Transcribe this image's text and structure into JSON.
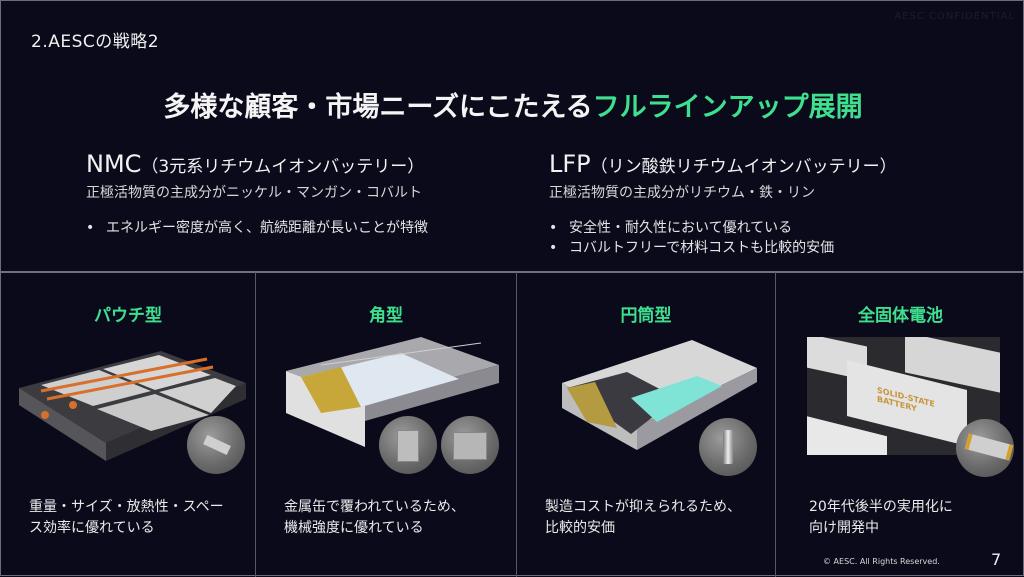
{
  "header": {
    "section_label": "2.AESCの戦略2",
    "confidential": "AESC CONFIDENTIAL",
    "headline_main": "多様な顧客・市場ニーズにこたえる",
    "headline_accent": "フルラインアップ展開"
  },
  "chemistries": [
    {
      "abbr": "NMC",
      "name": "（3元系リチウムイオンバッテリー）",
      "subtitle": "正極活物質の主成分がニッケル・マンガン・コバルト",
      "bullets": [
        "エネルギー密度が高く、航続距離が長いことが特徴"
      ]
    },
    {
      "abbr": "LFP",
      "name": "（リン酸鉄リチウムイオンバッテリー）",
      "subtitle": "正極活物質の主成分がリチウム・鉄・リン",
      "bullets": [
        "安全性・耐久性において優れている",
        "コバルトフリーで材料コストも比較的安価"
      ]
    }
  ],
  "cell_types": [
    {
      "title": "パウチ型",
      "description": "重量・サイズ・放熱性・スペー\nス効率に優れている",
      "image": "pouch-battery-pack-image",
      "thumbnails": [
        "pouch-cell-thumbnail"
      ]
    },
    {
      "title": "角型",
      "description": "金属缶で覆われているため、\n機械強度に優れている",
      "image": "prismatic-battery-pack-image",
      "thumbnails": [
        "prismatic-cell-thumbnail",
        "prismatic-cell-thumbnail-2"
      ]
    },
    {
      "title": "円筒型",
      "description": "製造コストが抑えられるため、\n比較的安価",
      "image": "cylindrical-battery-pack-image",
      "thumbnails": [
        "cylindrical-cell-thumbnail"
      ]
    },
    {
      "title": "全固体電池",
      "description": "20年代後半の実用化に\n向け開発中",
      "image": "solid-state-battery-image",
      "image_label": "SOLID-STATE BATTERY",
      "thumbnails": [
        "solid-state-cell-thumbnail"
      ]
    }
  ],
  "footer": {
    "copyright": "© AESC. All Rights Reserved.",
    "page_number": "7"
  },
  "colors": {
    "background": "#0a0a1b",
    "accent_green": "#3ee08f",
    "divider": "#6f727c",
    "copper": "#d8702c"
  }
}
